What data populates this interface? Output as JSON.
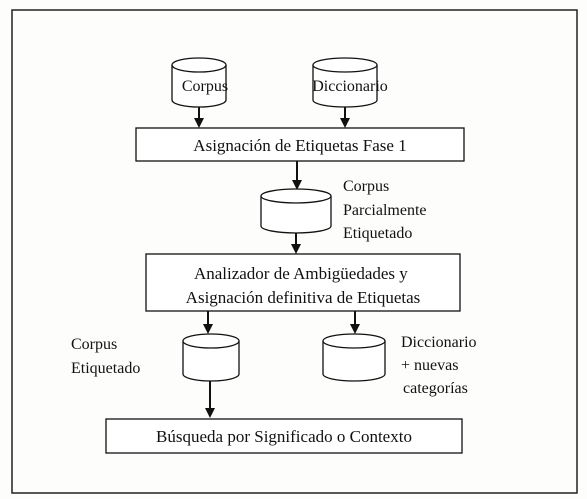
{
  "corpus": "Corpus",
  "diccionario": "Diccionario",
  "fase1": "Asignación de Etiquetas Fase 1",
  "corpus_parcial": [
    "Corpus",
    "Parcialmente",
    "Etiquetado"
  ],
  "analizador": [
    "Analizador de Ambigüedades y",
    "Asignación definitiva de Etiquetas"
  ],
  "corpus_etiquetado": [
    "Corpus",
    "Etiquetado"
  ],
  "diccionario_nuevas": [
    "Diccionario",
    "+ nuevas",
    "categorías"
  ],
  "busqueda": "Búsqueda por Significado o Contexto"
}
